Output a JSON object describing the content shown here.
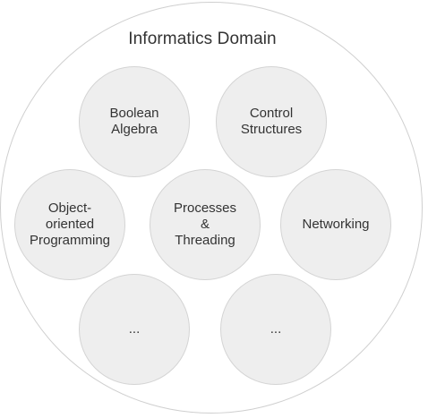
{
  "diagram": {
    "title": "Informatics Domain",
    "nodes": [
      {
        "label": "Boolean\nAlgebra"
      },
      {
        "label": "Control\nStructures"
      },
      {
        "label": "Object-\noriented\nProgramming"
      },
      {
        "label": "Processes\n&\nThreading"
      },
      {
        "label": "Networking"
      },
      {
        "label": "..."
      },
      {
        "label": "..."
      }
    ]
  },
  "colors": {
    "node_fill": "#eeeeee",
    "node_border": "#d4d4d4",
    "outer_border": "#cfcfcf",
    "text": "#333333"
  }
}
